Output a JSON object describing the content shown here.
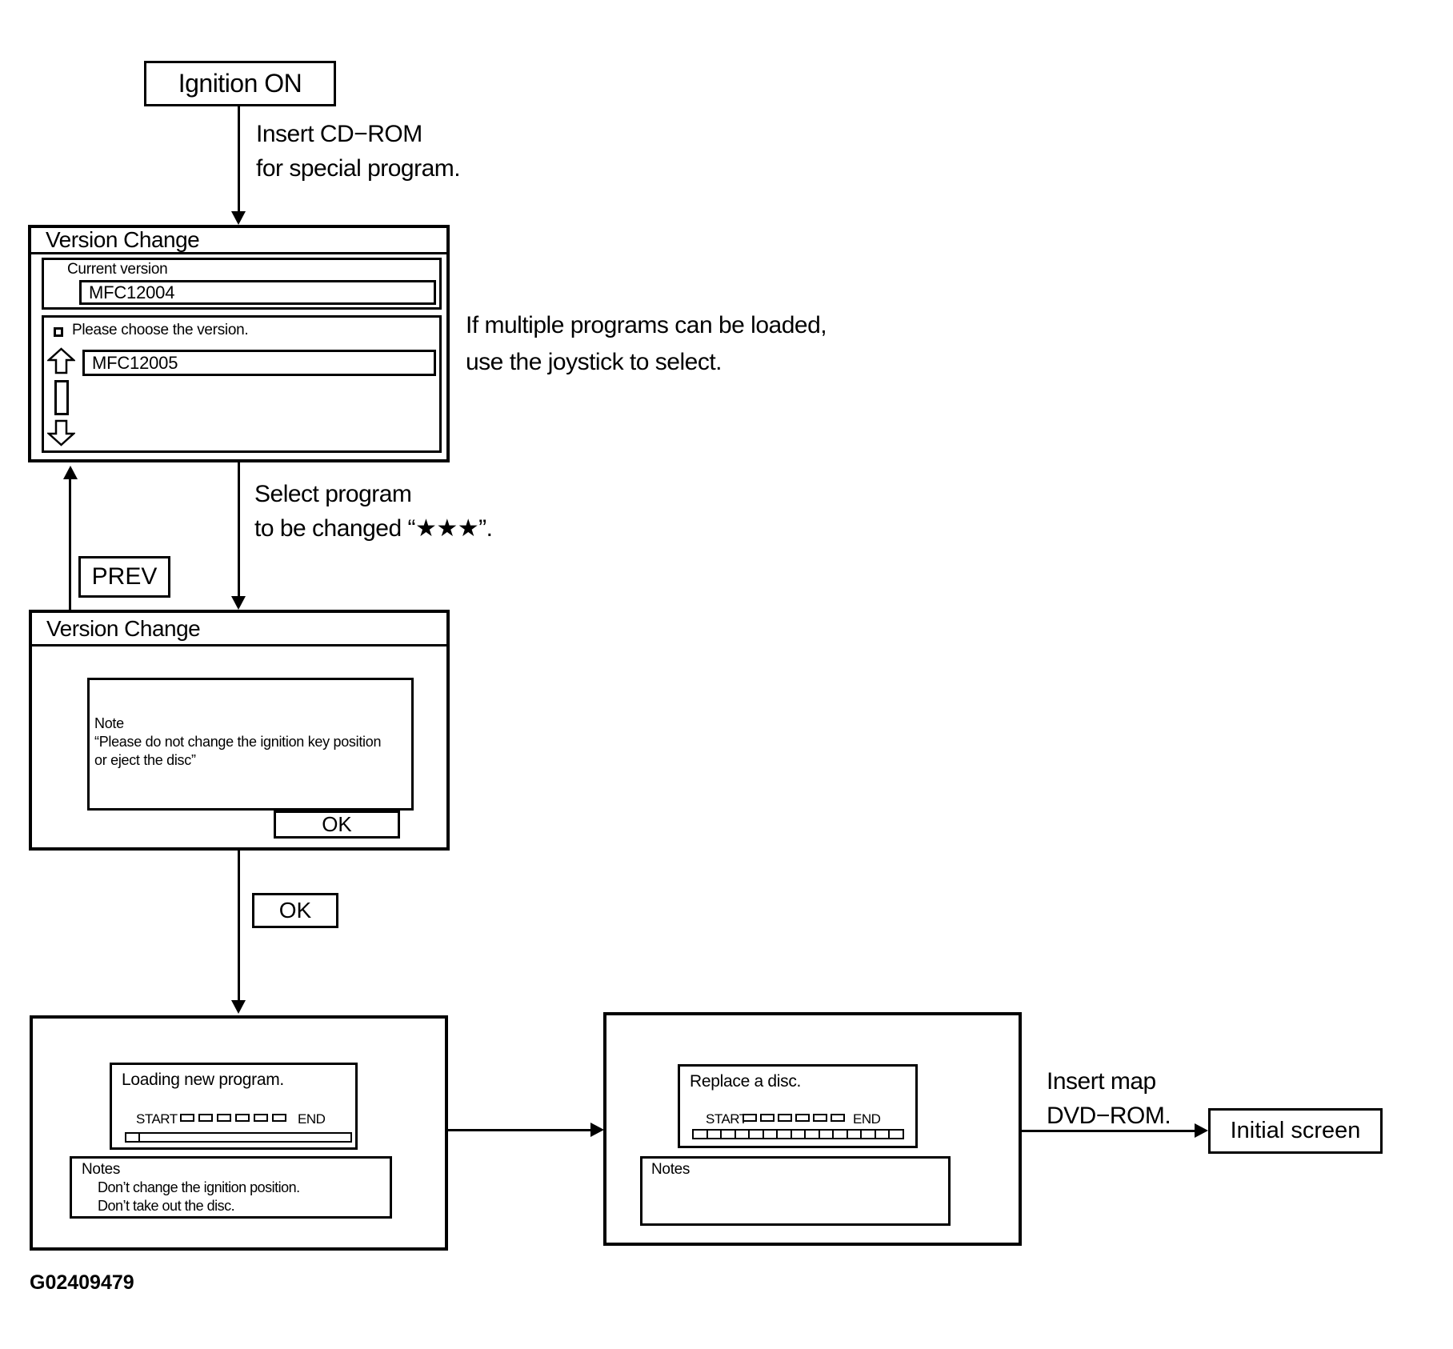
{
  "nodes": {
    "ignition": "Ignition ON",
    "prev": "PREV",
    "ok_step": "OK",
    "initial_screen": "Initial screen"
  },
  "annotations": {
    "insert_cd": [
      "Insert CD−ROM",
      "for special program."
    ],
    "joystick": [
      "If multiple programs can be loaded,",
      "use the joystick to select."
    ],
    "select_program": [
      "Select program",
      "to be changed “★★★”."
    ],
    "insert_dvd": [
      "Insert map",
      "DVD−ROM."
    ]
  },
  "screen1": {
    "title": "Version Change",
    "current_version_label": "Current version",
    "current_version_value": "MFC12004",
    "choose_label": "Please choose the version.",
    "selected_version_value": "MFC12005"
  },
  "screen2": {
    "title": "Version Change",
    "note_lines": [
      "Note",
      "“Please do not change the ignition key position",
      "or eject the disc”"
    ],
    "ok_label": "OK"
  },
  "screen3": {
    "message": "Loading new program.",
    "progress_start": "START",
    "progress_end": "END",
    "segment_count": 6,
    "bar_cell_count": 2,
    "notes_title": "Notes",
    "notes": [
      "Don’t change the ignition position.",
      "Don’t take out the disc."
    ]
  },
  "screen4": {
    "message": "Replace a disc.",
    "progress_start": "START",
    "progress_end": "END",
    "segment_count": 6,
    "bar_cell_count": 15,
    "notes_title": "Notes"
  },
  "page": {
    "figure_code": "G02409479"
  }
}
